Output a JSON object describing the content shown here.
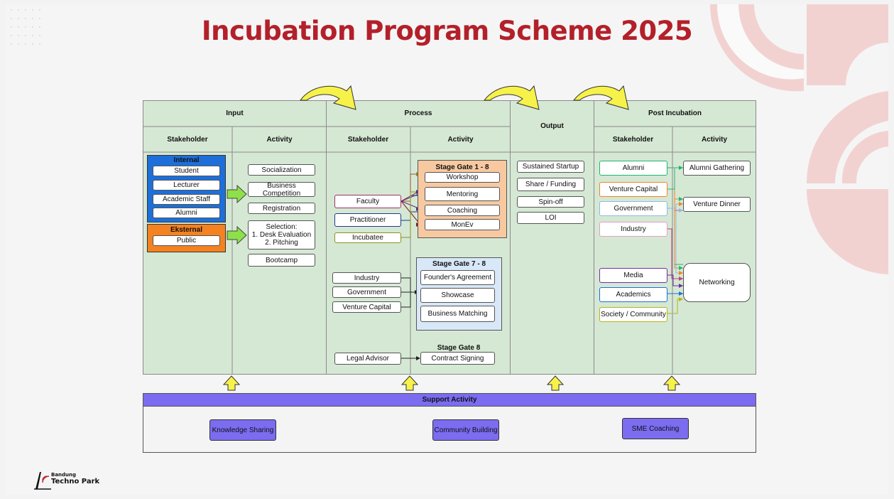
{
  "title": "Incubation Program Scheme 2025",
  "colors": {
    "title": "#b3202a",
    "panel": "#d5e8d4",
    "internal": "#1e6fd9",
    "eksternal": "#f58220",
    "gate_1_8": "#f8c9a0",
    "gate_7_8": "#d8e8f8",
    "support": "#7b6cf0",
    "arrow_green": "#8ee04a",
    "arrow_yellow": "#f6f24a"
  },
  "sections": {
    "input": "Input",
    "process": "Process",
    "output": "Output",
    "post": "Post Incubation",
    "stakeholder": "Stakeholder",
    "activity": "Activity"
  },
  "input": {
    "internal": {
      "label": "Internal",
      "items": [
        "Student",
        "Lecturer",
        "Academic Staff",
        "Alumni"
      ]
    },
    "eksternal": {
      "label": "Eksternal",
      "items": [
        "Public"
      ]
    },
    "activities": [
      "Socialization",
      "Business Competition",
      "Registration",
      "Selection:\n1. Desk Evaluation\n2. Pitching",
      "Bootcamp"
    ]
  },
  "process": {
    "stakeholders_a": [
      "Faculty",
      "Practitioner",
      "Incubatee"
    ],
    "stakeholders_b": [
      "Industry",
      "Government",
      "Venture Capital"
    ],
    "stakeholder_c": "Legal Advisor",
    "gate_1_8": {
      "title": "Stage Gate 1 - 8",
      "items": [
        "Workshop",
        "Mentoring",
        "Coaching",
        "MonEv"
      ]
    },
    "gate_7_8": {
      "title": "Stage Gate 7 - 8",
      "items": [
        "Founder's Agreement",
        "Showcase",
        "Business Matching"
      ]
    },
    "gate_8": {
      "title": "Stage Gate 8",
      "items": [
        "Contract Signing"
      ]
    }
  },
  "output": {
    "items": [
      "Sustained Startup",
      "Share / Funding",
      "Spin-off",
      "LOI"
    ]
  },
  "post": {
    "stakeholders": [
      "Alumni",
      "Venture Capital",
      "Government",
      "Industry",
      "Media",
      "Academics",
      "Society / Community"
    ],
    "activities": [
      "Alumni Gathering",
      "Venture Dinner",
      "Networking"
    ]
  },
  "support": {
    "title": "Support Activity",
    "items": [
      "Knowledge Sharing",
      "Community Building",
      "SME Coaching"
    ]
  },
  "logo": {
    "line1": "Bandung",
    "line2": "Techno Park"
  }
}
